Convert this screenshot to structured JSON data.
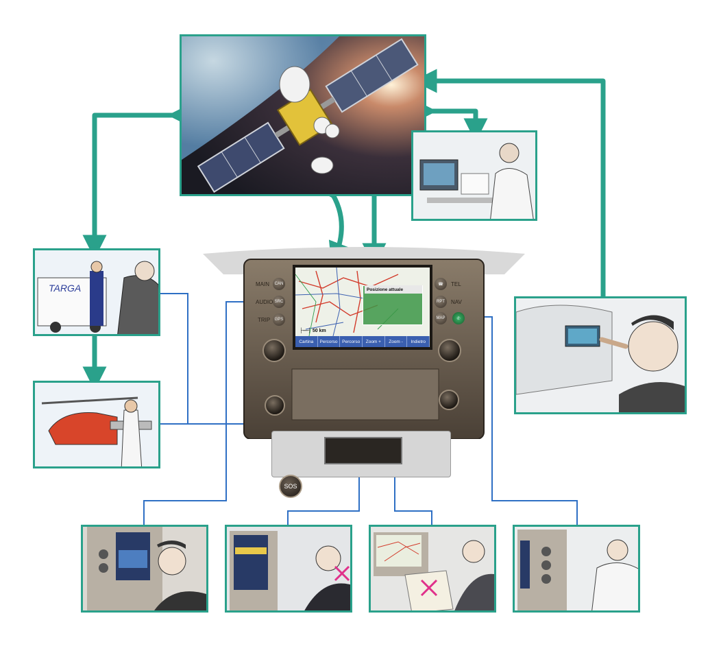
{
  "nav_screen": {
    "popup_title": "Posizione attuale",
    "scale_label": "50 km",
    "softkeys": [
      "Cartina",
      "Percorso",
      "Percorso",
      "Zoom +",
      "Zoom -",
      "Indietro"
    ]
  },
  "console_buttons": {
    "left": [
      "MAIN",
      "AUDIO",
      "TRIP"
    ],
    "left_small": [
      "CAN",
      "SRC",
      "GPS"
    ],
    "right": [
      "TEL",
      "NAV"
    ],
    "right_small": [
      "RPT",
      "MAP"
    ],
    "sos": "SOS"
  },
  "colors": {
    "link_green": "#2aa18b",
    "link_blue": "#2e6fc4",
    "map_road_red": "#d23a2a",
    "map_road_blue": "#3a5fb0"
  },
  "icons": [
    "satellite",
    "operator-headset",
    "ambulance-van",
    "helicopter",
    "car-dashboard",
    "phone-call"
  ]
}
